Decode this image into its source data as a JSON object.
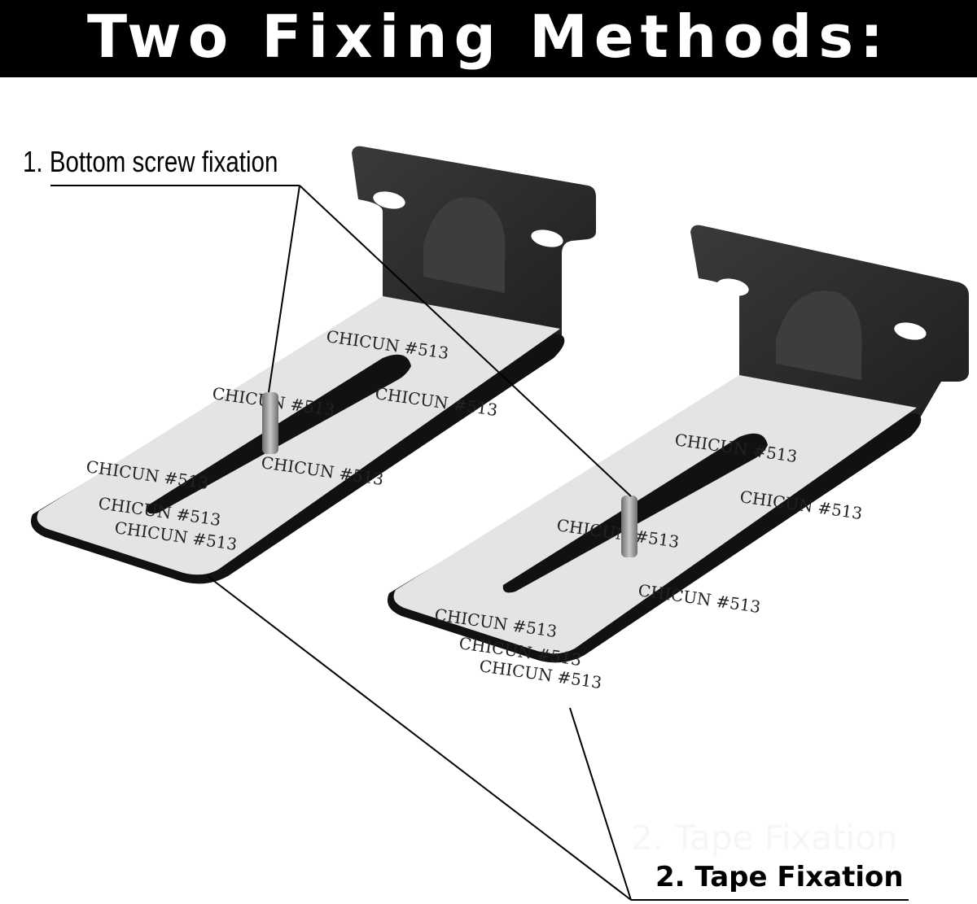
{
  "title": "Two Fixing Methods:",
  "labels": {
    "screw": "1. Bottom screw fixation",
    "tape": "2. Tape Fixation",
    "tape_watermark": "2. Tape Fixation"
  },
  "tape_text": "CHICUN #513",
  "colors": {
    "bracket": "#2b2b2b",
    "tape": "#e4e4e6",
    "screw": "#9a9a9a"
  }
}
